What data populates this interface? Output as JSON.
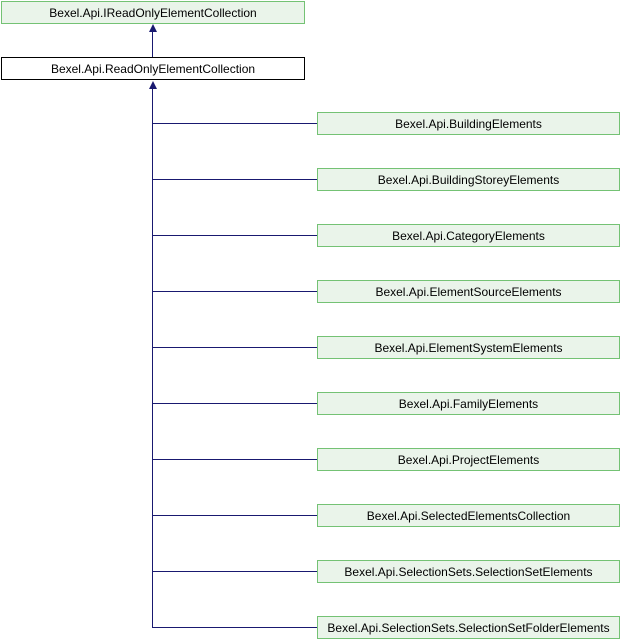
{
  "diagram": {
    "type": "class-inheritance-diagram",
    "parent_interface": {
      "label": "Bexel.Api.IReadOnlyElementCollection"
    },
    "current_class": {
      "label": "Bexel.Api.ReadOnlyElementCollection"
    },
    "derived_classes": [
      {
        "label": "Bexel.Api.BuildingElements"
      },
      {
        "label": "Bexel.Api.BuildingStoreyElements"
      },
      {
        "label": "Bexel.Api.CategoryElements"
      },
      {
        "label": "Bexel.Api.ElementSourceElements"
      },
      {
        "label": "Bexel.Api.ElementSystemElements"
      },
      {
        "label": "Bexel.Api.FamilyElements"
      },
      {
        "label": "Bexel.Api.ProjectElements"
      },
      {
        "label": "Bexel.Api.SelectedElementsCollection"
      },
      {
        "label": "Bexel.Api.SelectionSets.SelectionSetElements"
      },
      {
        "label": "Bexel.Api.SelectionSets.SelectionSetFolderElements"
      }
    ],
    "colors": {
      "linked_node_fill": "#eaf4ea",
      "linked_node_border": "#74c274",
      "current_node_fill": "#ffffff",
      "current_node_border": "#000000",
      "edge": "#191970",
      "text": "#000000",
      "background": "#ffffff"
    }
  }
}
